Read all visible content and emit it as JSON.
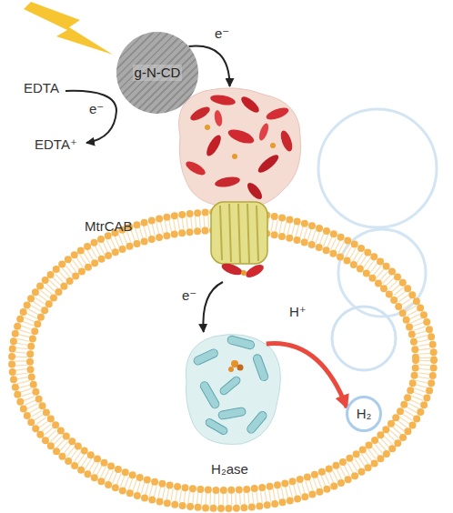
{
  "diagram": {
    "nodes": [
      {
        "text": [
          "g-N-CD"
        ]
      },
      {
        "text": [
          "MtrCAB"
        ]
      },
      {
        "text": [
          "H₂ase"
        ]
      },
      {
        "text": [
          "H₂"
        ]
      }
    ],
    "edges": [
      {
        "from": 0,
        "to": 1,
        "arrow": "to",
        "label": "e⁻"
      },
      {
        "from": 1,
        "to": 2,
        "arrow": "to",
        "label": "e⁻"
      },
      {
        "from": 2,
        "to": 3,
        "arrow": "to",
        "label": "H⁺"
      }
    ],
    "labels": [
      "EDTA",
      "e⁻",
      "EDTA⁺"
    ]
  }
}
